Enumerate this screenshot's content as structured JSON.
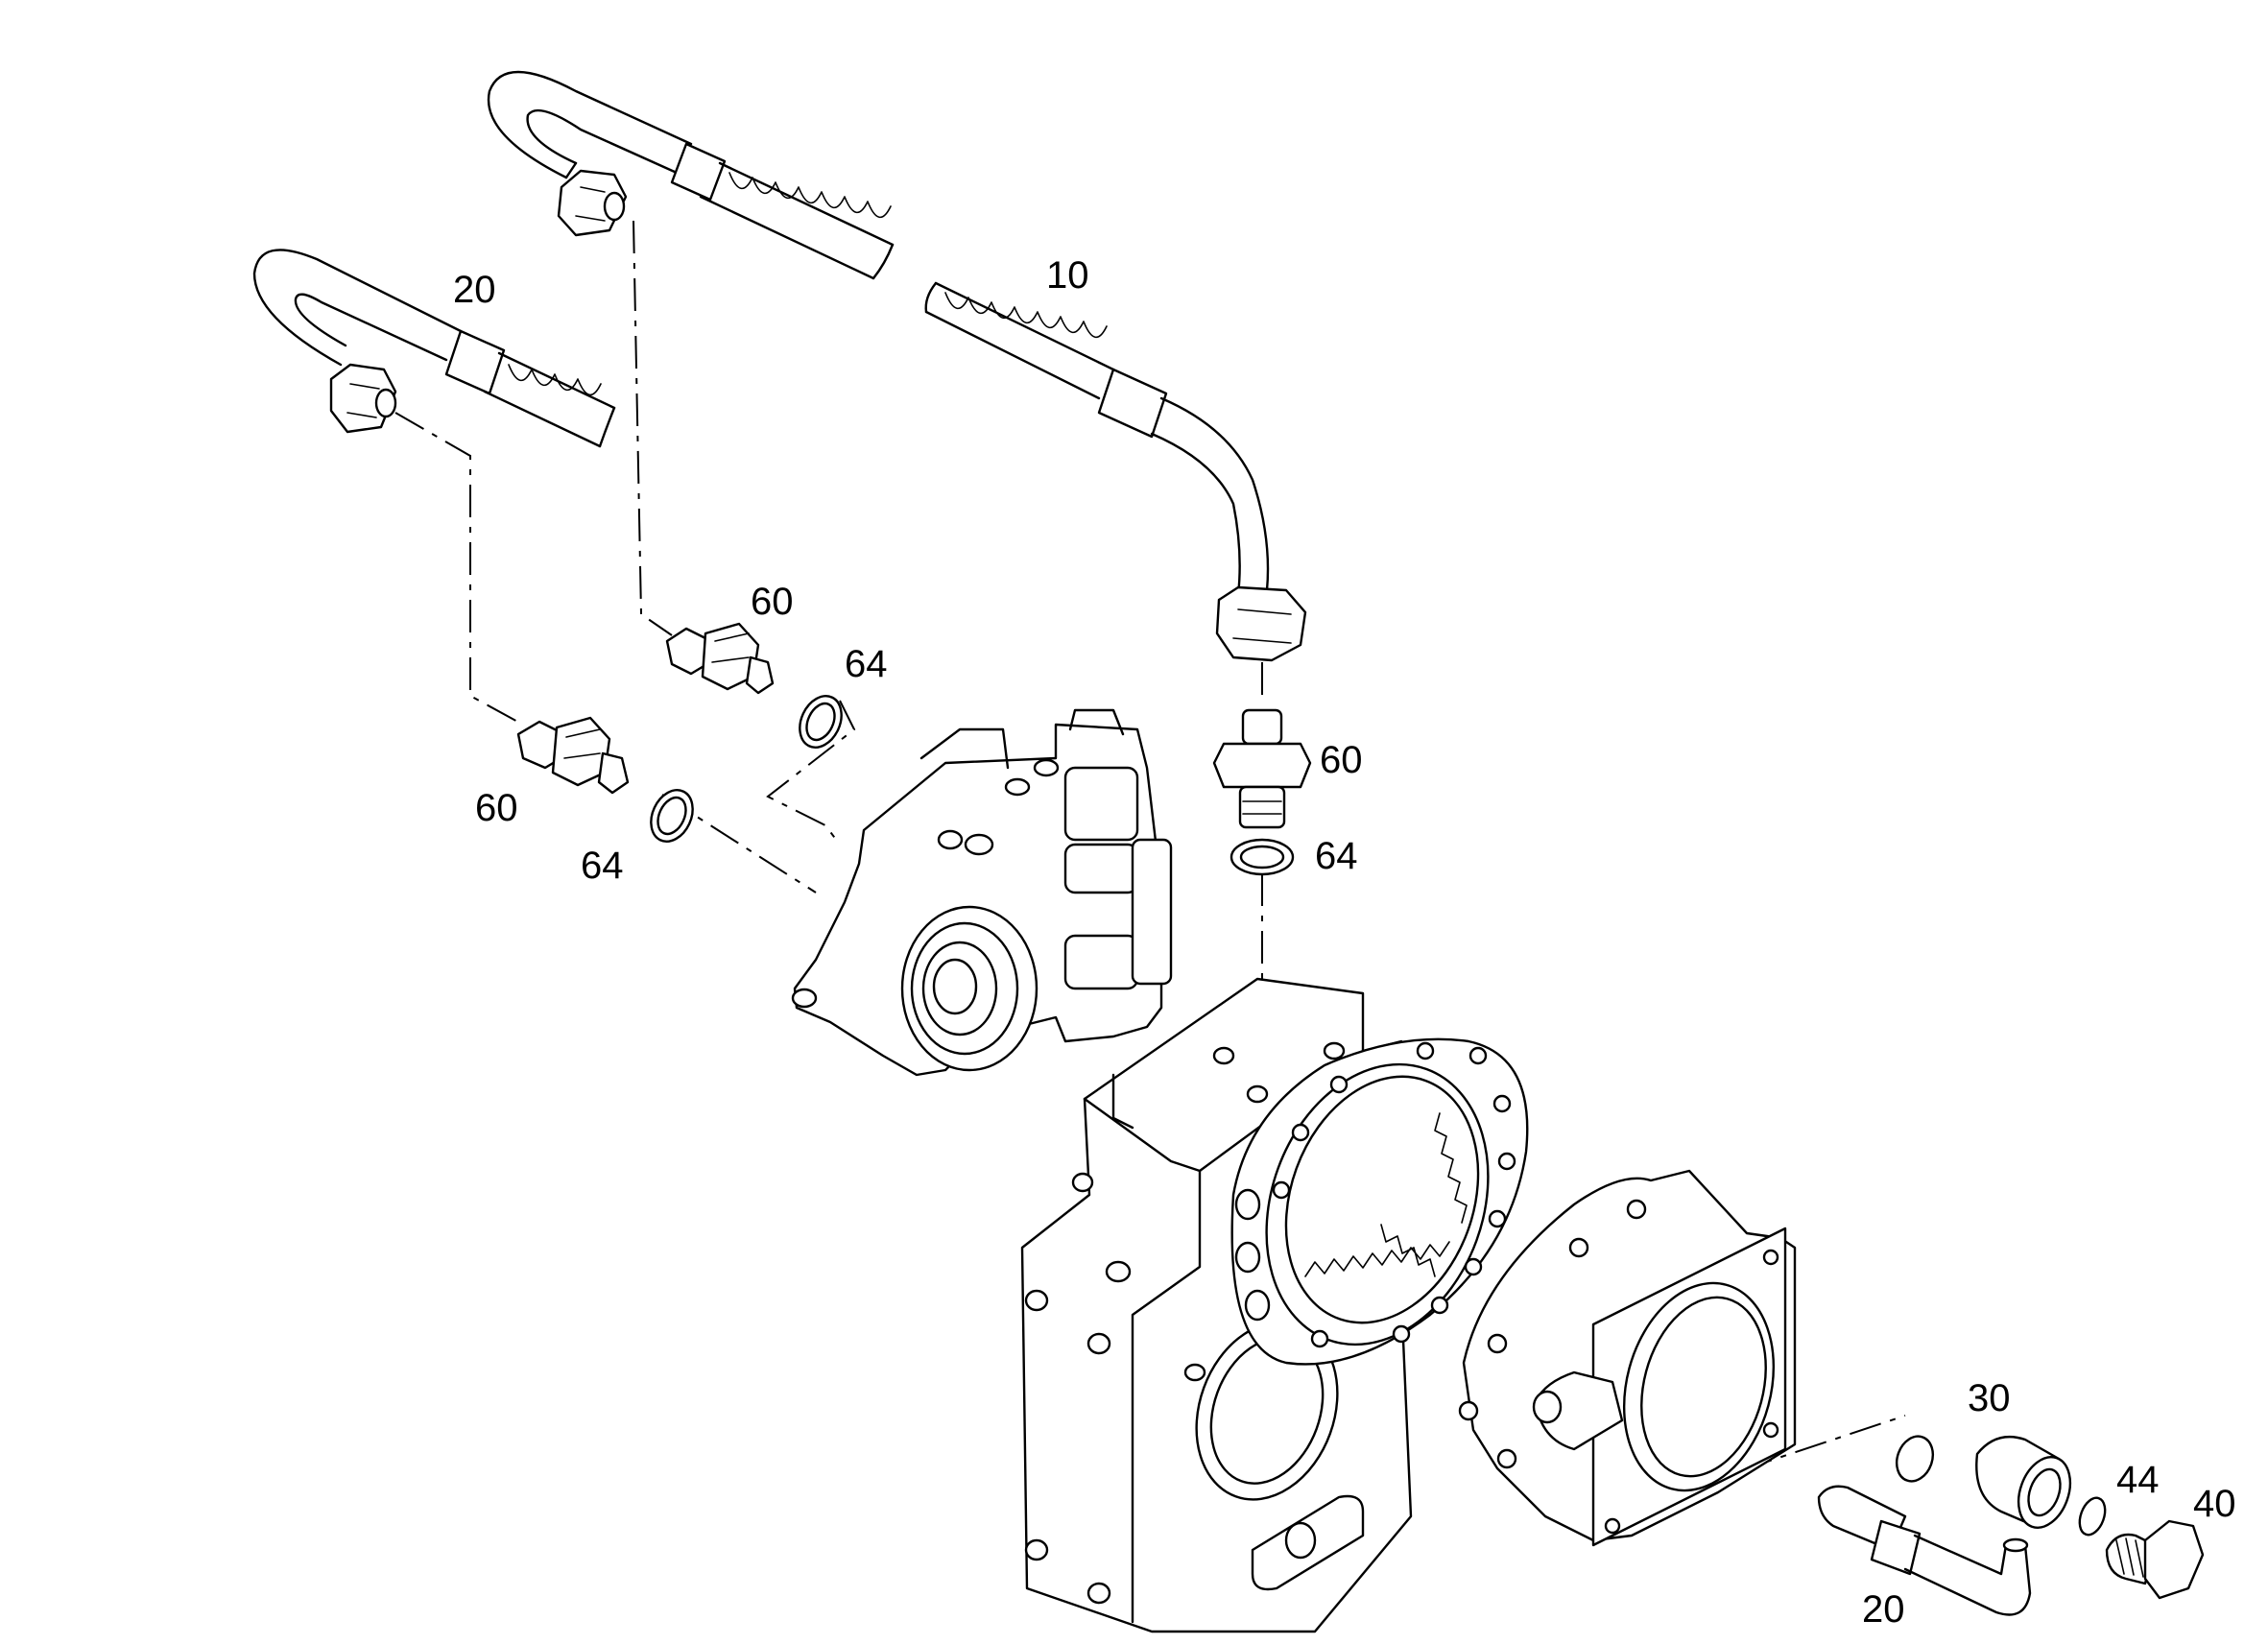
{
  "diagram": {
    "callouts": [
      {
        "id": "c10",
        "text": "10"
      },
      {
        "id": "c20-top",
        "text": "20"
      },
      {
        "id": "c60-upper",
        "text": "60"
      },
      {
        "id": "c64-upper",
        "text": "64"
      },
      {
        "id": "c60-lower",
        "text": "60"
      },
      {
        "id": "c64-lower",
        "text": "64"
      },
      {
        "id": "c60-right",
        "text": "60"
      },
      {
        "id": "c64-right",
        "text": "64"
      },
      {
        "id": "c30",
        "text": "30"
      },
      {
        "id": "c44",
        "text": "44"
      },
      {
        "id": "c40",
        "text": "40"
      },
      {
        "id": "c20-bottom",
        "text": "20"
      }
    ]
  }
}
